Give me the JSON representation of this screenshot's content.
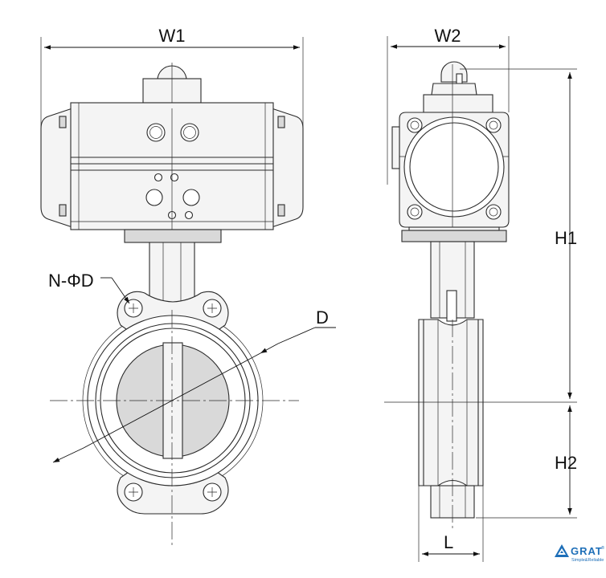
{
  "dimension_labels": {
    "w1": "W1",
    "w2": "W2",
    "h1": "H1",
    "h2": "H2",
    "l": "L",
    "d": "D",
    "n_phi_d": "N-ΦD"
  },
  "logo": {
    "name": "GRAT",
    "registered": "®",
    "tagline": "Simple&Reliable",
    "color": "#1e6fb8"
  }
}
